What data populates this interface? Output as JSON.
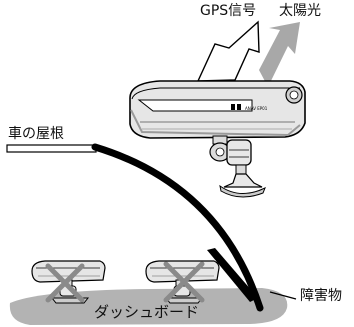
{
  "labels": {
    "gps_signal": "GPS信号",
    "sunlight": "太陽光",
    "car_roof": "車の屋根",
    "obstacle": "障害物",
    "dashboard": "ダッシュボード"
  },
  "colors": {
    "line": "#000000",
    "sunlight_arrow": "#a8a8a8",
    "dashboard_fill": "#b3b3b3",
    "cross": "#8a8a8a",
    "device_body": "#e6e6e6",
    "device_shadow": "#9a9a9a"
  },
  "device_brand_text": "ANAV EP01",
  "icons": [
    "gps-signal-arrow-icon",
    "sunlight-arrow-icon",
    "cross-mark-icon"
  ]
}
